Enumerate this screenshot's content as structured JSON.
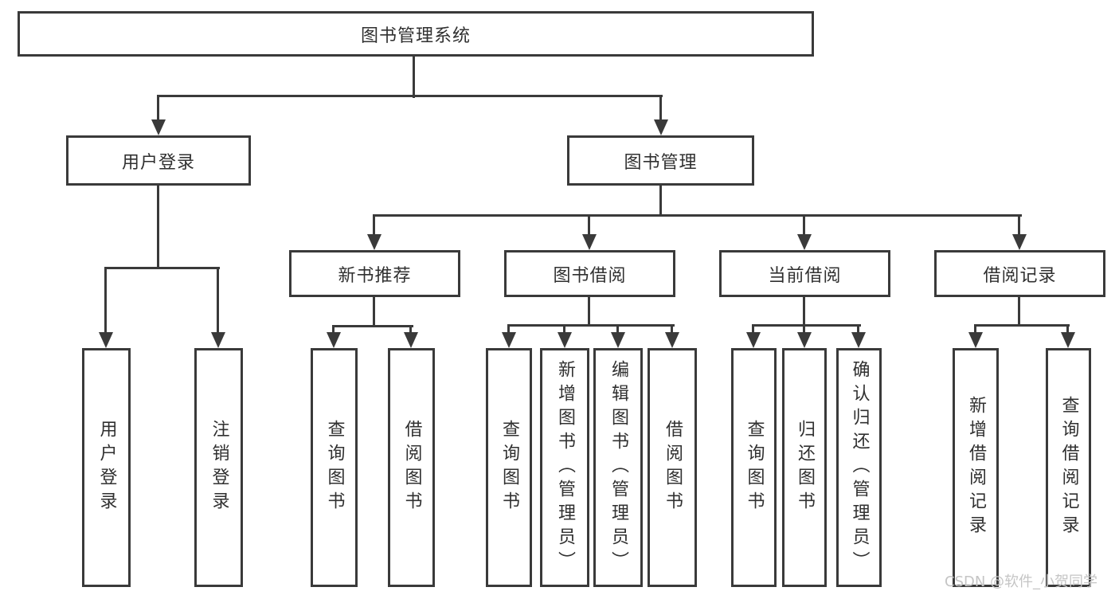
{
  "title": {
    "label": "图书管理系统"
  },
  "branches": [
    {
      "label": "用户登录",
      "children": [
        "用户登录",
        "注销登录"
      ]
    },
    {
      "label": "图书管理",
      "sections": [
        {
          "label": "新书推荐",
          "children": [
            "查询图书",
            "借阅图书"
          ]
        },
        {
          "label": "图书借阅",
          "children": [
            "查询图书",
            "新增图书（管理员）",
            "编辑图书（管理员）",
            "借阅图书"
          ]
        },
        {
          "label": "当前借阅",
          "children": [
            "查询图书",
            "归还图书",
            "确认归还（管理员）"
          ]
        },
        {
          "label": "借阅记录",
          "children": [
            "新增借阅记录",
            "查询借阅记录"
          ]
        }
      ]
    }
  ],
  "watermark": {
    "text": "CSDN @软件_小贺同学"
  },
  "colors": {
    "line": "#3a3a3a",
    "box_border": "#3a3a3a",
    "box_fill": "#ffffff",
    "text": "#303030",
    "watermark": "#c5c5c5",
    "background": "#ffffff"
  }
}
